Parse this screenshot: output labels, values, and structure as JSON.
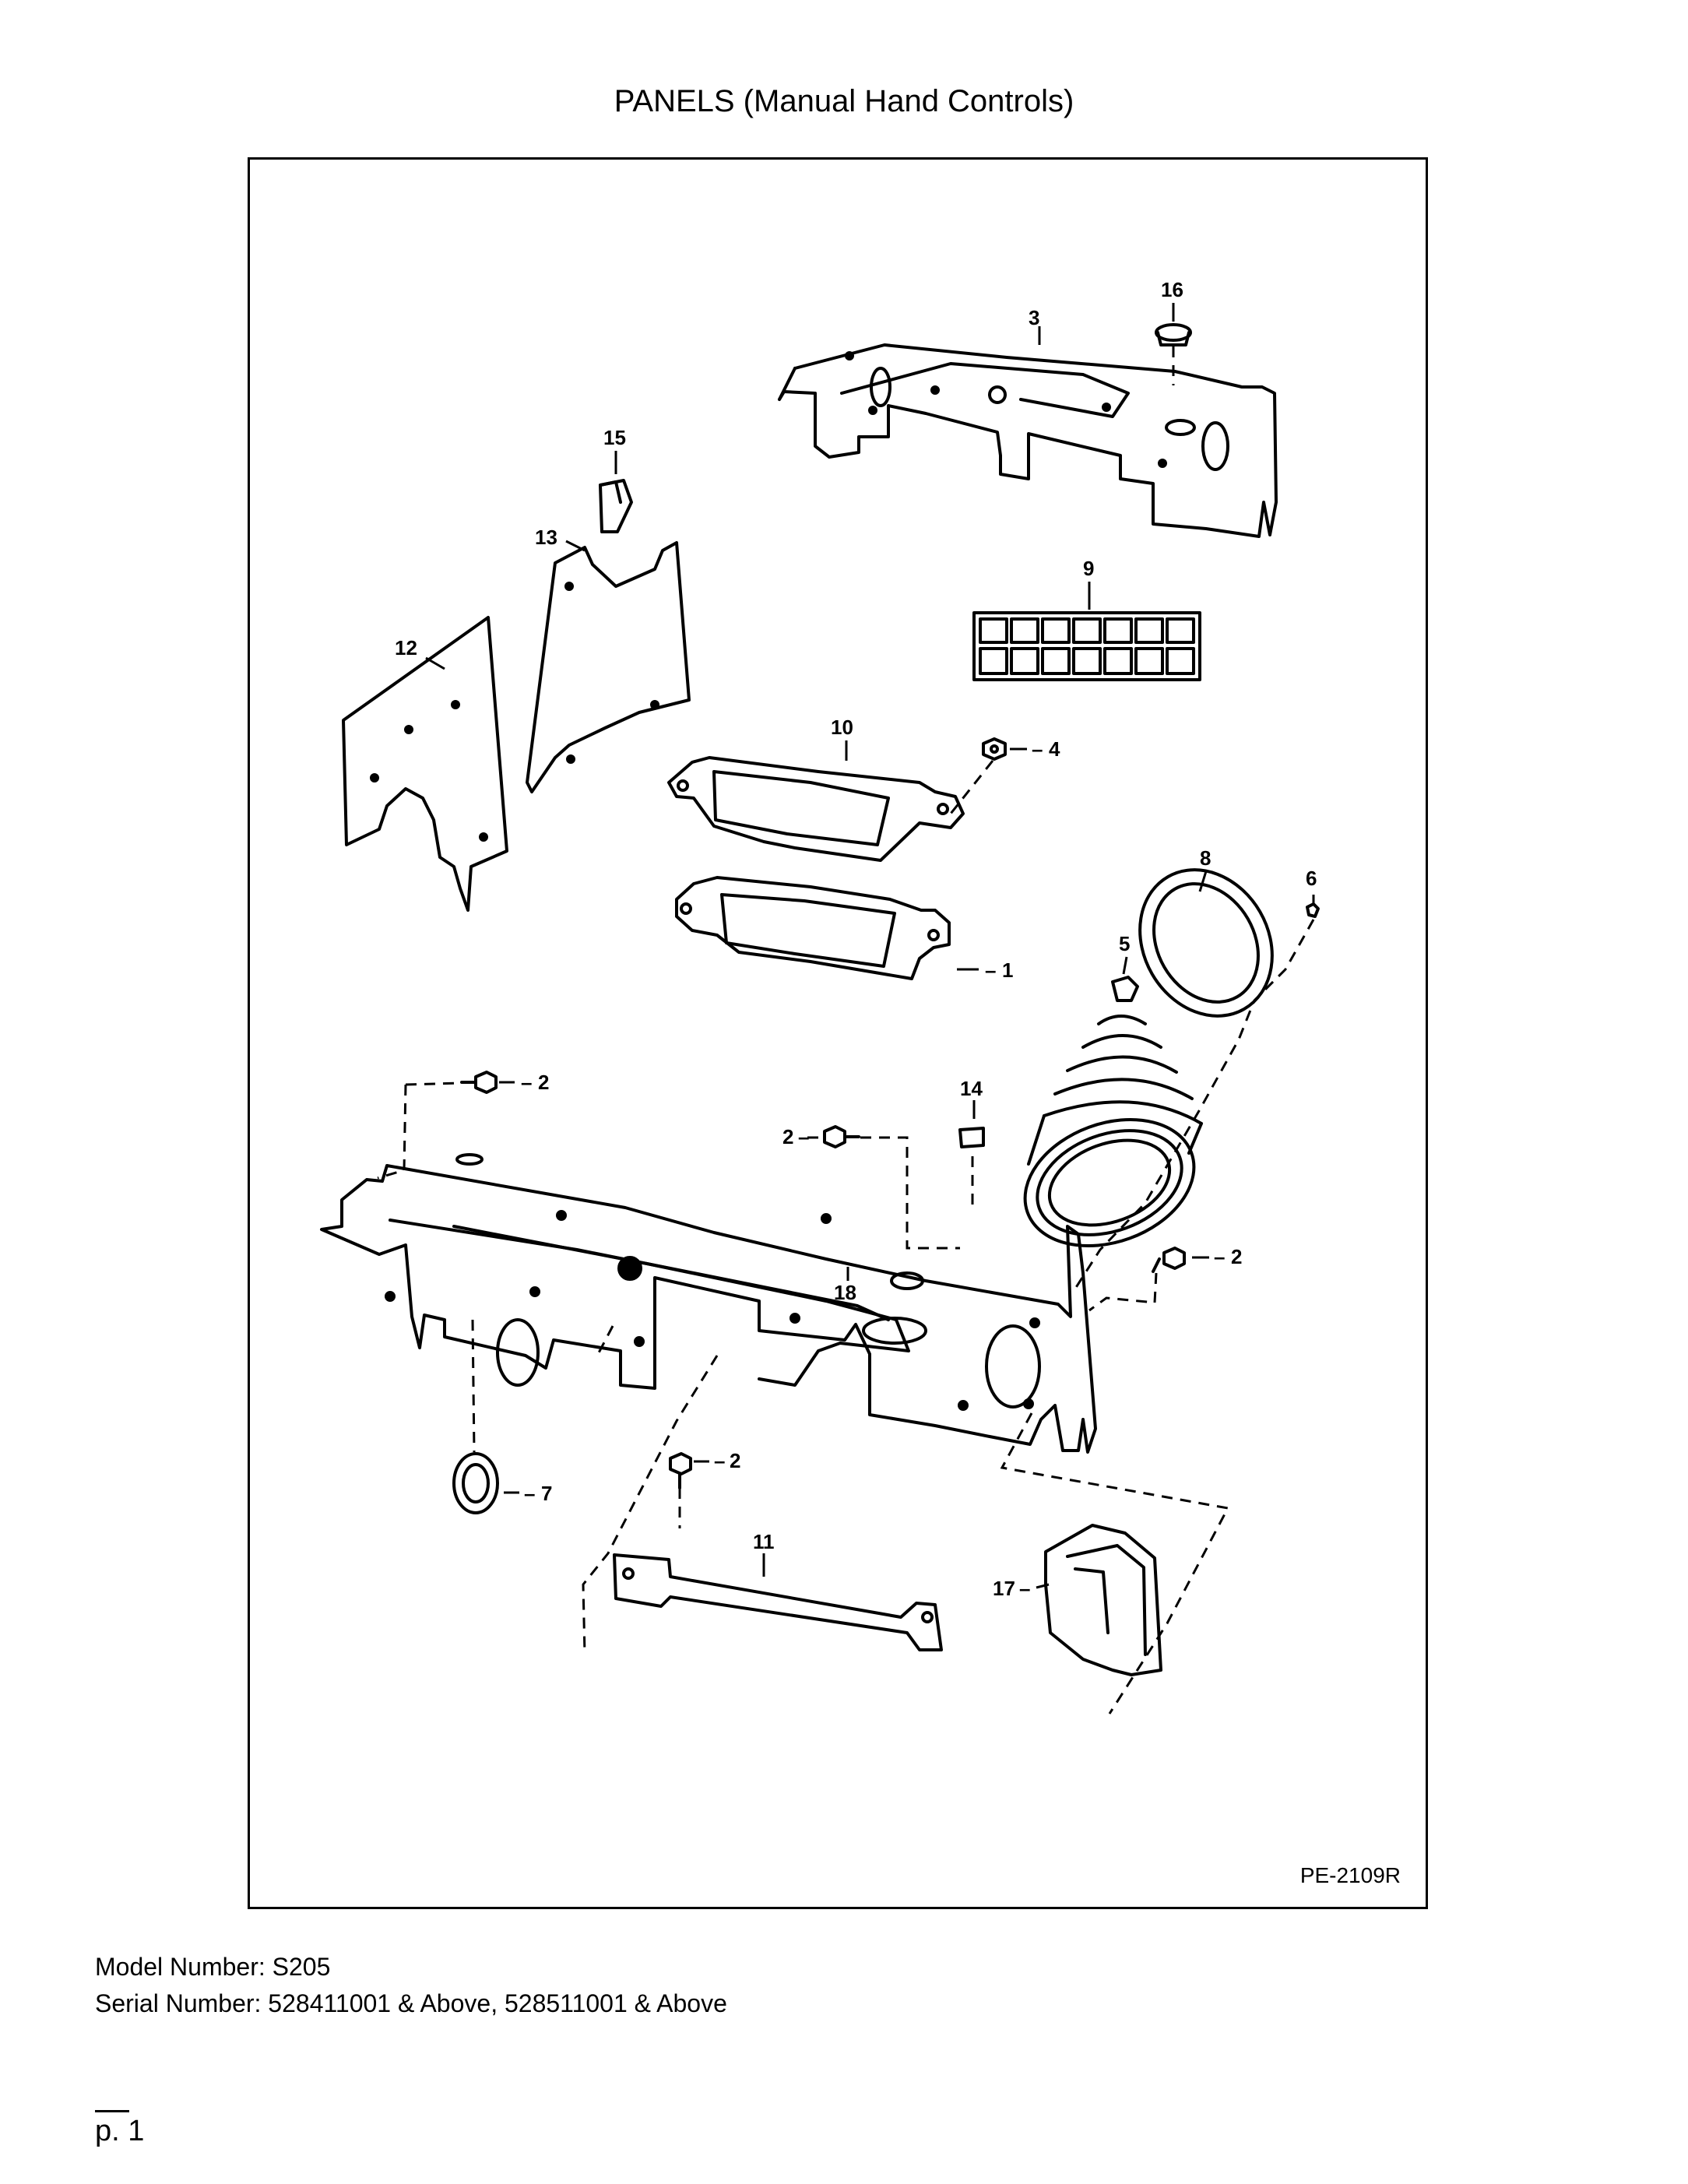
{
  "title": "PANELS (Manual Hand Controls)",
  "figure_code": "PE-2109R",
  "callouts": {
    "c1": "1",
    "c2a": "2",
    "c2b": "2",
    "c2c": "2",
    "c2d": "2",
    "c3": "3",
    "c4": "4",
    "c5": "5",
    "c6": "6",
    "c7": "7",
    "c8": "8",
    "c9": "9",
    "c10": "10",
    "c11": "11",
    "c12": "12",
    "c13": "13",
    "c14": "14",
    "c15": "15",
    "c16": "16",
    "c17": "17",
    "c18": "18"
  },
  "footer": {
    "model": "Model Number: S205",
    "serial": "Serial Number: 528411001 & Above, 528511001 & Above",
    "page": "p. 1"
  }
}
